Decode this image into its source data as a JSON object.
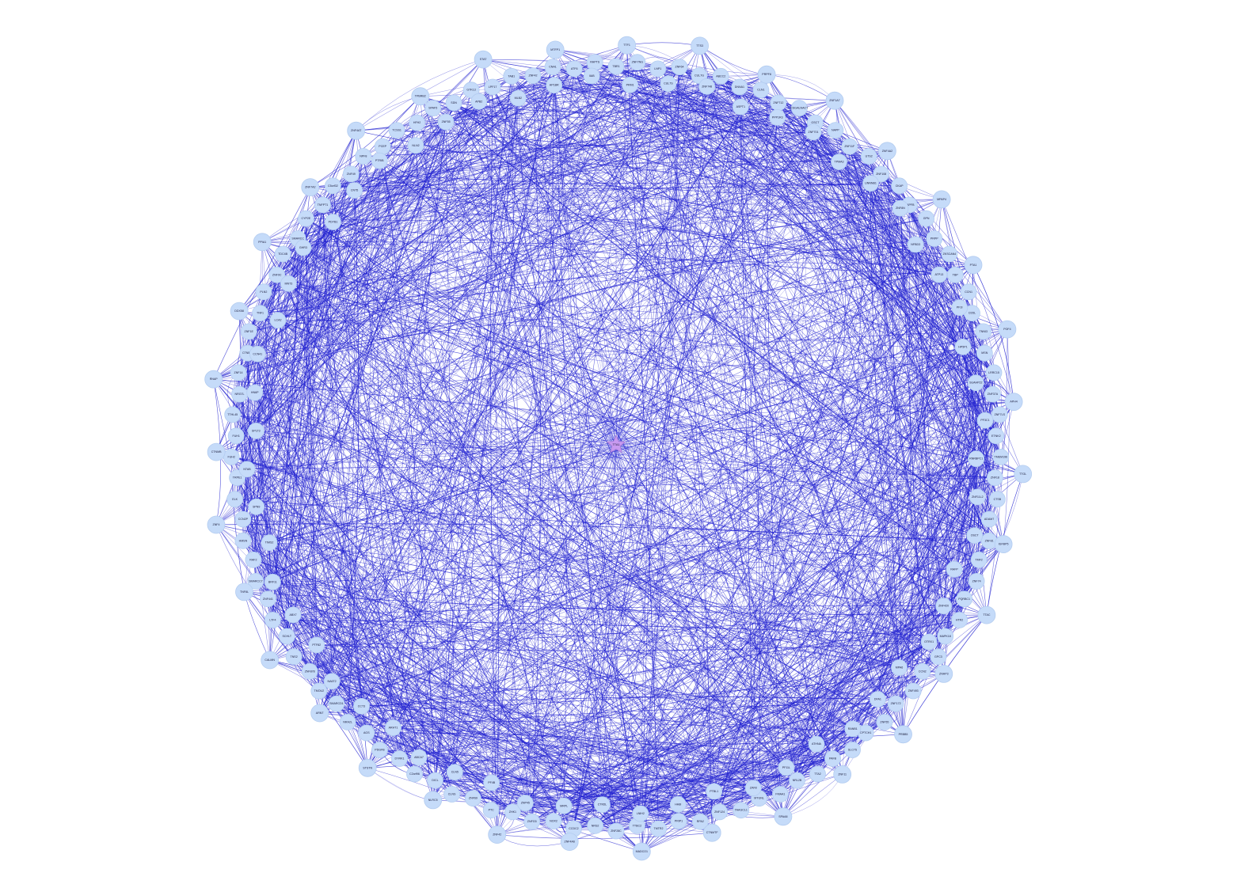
{
  "network": {
    "hub_label": "TTA1",
    "edge_color": "#2020d0",
    "node_fill": "#c5dbf9",
    "hub_fill": "#c89af0",
    "outer_ring": [
      "PRM1",
      "CUL7S",
      "ZNF748",
      "ASPT1",
      "PPP1R3",
      "ZNF701",
      "TPMA3",
      "UNNNB1",
      "ZNF8N",
      "NFBD3",
      "ATP13",
      "PF3I",
      "HP5P1",
      "SUAHP22",
      "PF3C1",
      "RNRBPC1",
      "ZNF11L2",
      "OSCT",
      "RAFP",
      "ZNF420",
      "OTRX1",
      "MPA6",
      "DFA1",
      "RANB1",
      "ATHNA",
      "PF11L",
      "ZAF8",
      "PTBL1",
      "HH8I",
      "LNIH2",
      "CTN5L",
      "MRPL",
      "ZNP45",
      "PF4B",
      "CLN5",
      "ABCA7",
      "ARHT1",
      "CCT3",
      "NA6T2",
      "PTF82",
      "ABX7",
      "BRF11",
      "TIMS2",
      "SPN9",
      "NTAB",
      "SPLT3",
      "HN6P",
      "CCN41",
      "LCA2",
      "MNT3",
      "GHR3",
      "PDYB1",
      "CNT5",
      "PTRIB",
      "NLN2",
      "ZNF55",
      "APB2",
      "MLB2",
      "AP1BR",
      "IIAB"
    ],
    "ring_labels": [
      "TBR1",
      "ZNF7NG",
      "LNP1",
      "ZNF64",
      "CUL7G",
      "ABCC2",
      "DNNA1",
      "CLN1",
      "ZNF712",
      "CSGALNACT",
      "OSCT",
      "NAPP",
      "ZNF11F",
      "UTS2",
      "ZNF108",
      "CKAP",
      "RAPFB",
      "GPN",
      "PRPP",
      "ZKSCAN4",
      "TBP",
      "CCN1",
      "CD5L",
      "TNNI3",
      "MSN",
      "LRRC15",
      "ZNF37A",
      "ZNF7LS",
      "ETNK2",
      "TMEM196",
      "ZNF18",
      "CTSB",
      "ADAM7",
      "ZNF81",
      "TMF2",
      "ZNF74",
      "PQRBC1",
      "HTR2",
      "MAPK18",
      "GPC3",
      "CCN2",
      "ZNF493",
      "ZNF172",
      "ZNF55",
      "CPTCH1",
      "SLC7S",
      "PAFB",
      "TTA2",
      "NRL2B",
      "FMAA1",
      "MTGNL",
      "TAAGCL1",
      "ZNF124",
      "RPA2",
      "PRIP1",
      "TMTR2",
      "TTBC2",
      "ZNF28C",
      "NRS2",
      "CCDC2",
      "NOX2",
      "ZNFG5",
      "ZHK1",
      "PTC",
      "ZNF69",
      "CLNS",
      "DICL",
      "C2orf96",
      "DYRK1",
      "PDGFB",
      "AGS",
      "NRA2L",
      "SMARCD1",
      "TMOU2",
      "ZNF878",
      "TNS2",
      "SCHLT",
      "LTF4",
      "ZNF441",
      "SMARCC7",
      "RAF2",
      "HMSN",
      "CCN2P",
      "ELK",
      "TRPE1",
      "FUH2",
      "FUH1",
      "TTHL45",
      "NRG7L",
      "ZNF14",
      "CTN5L2",
      "ZNF1E",
      "TNF1",
      "PLN2",
      "ZNF9C",
      "TDC4B",
      "SMARCC",
      "CYP2E",
      "TNFPT1",
      "C5orf32",
      "ZNF49",
      "NPF8",
      "PCEP",
      "TCSS1",
      "HFH2",
      "SPAF5",
      "SDN",
      "GTK13",
      "LPF17",
      "TAB1",
      "ZNF42",
      "CNA1",
      "ATF6",
      "RAPTS"
    ],
    "outer_labels": [
      "TTF1",
      "TTS3",
      "PRPF8",
      "ZNF1A7",
      "ZNF4A2",
      "MPAP4",
      "PTA1",
      "POF4",
      "APH4",
      "TTGL",
      "IGFBP5",
      "TTAC",
      "ZNAP3",
      "PRBB5",
      "ZNF11",
      "SPAA8",
      "CTNMTF",
      "MADCO1",
      "ZNF4A6",
      "ZNF42",
      "NLRC5",
      "STSTN",
      "ARNT",
      "CALMN",
      "TNF8L",
      "ZNF4",
      "CTNMB",
      "RNAP",
      "DDX58",
      "PPIA1",
      "ZNF7A2",
      "ZNF4AT",
      "TPBRB2",
      "STAT",
      "MTFP1"
    ]
  }
}
